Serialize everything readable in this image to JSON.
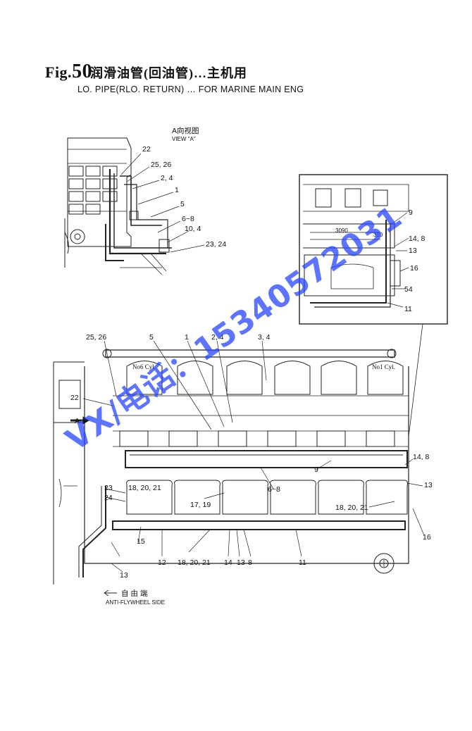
{
  "header": {
    "fig_prefix": "Fig.",
    "fig_number": "50",
    "title_cn": "润滑油管(回油管)…主机用",
    "title_en": "LO. PIPE(RLO. RETURN) … FOR MARINE MAIN ENG"
  },
  "view_a": {
    "title_cn": "A向视图",
    "title_en": "VIEW \"A\"",
    "callouts": [
      "22",
      "25, 26",
      "2, 4",
      "1",
      "5",
      "6~8",
      "10, 4",
      "23, 24"
    ]
  },
  "detail": {
    "dims": [
      "3090",
      "310"
    ],
    "callouts": [
      "9",
      "14, 8",
      "13",
      "16",
      "54",
      "11"
    ]
  },
  "main": {
    "arrow_label": "A",
    "cylinders": [
      "No6 Cyl.",
      "No1 Cyl."
    ],
    "callouts_top": [
      "25, 26",
      "5",
      "1",
      "2, 4",
      "3, 4"
    ],
    "callouts_left": [
      "22",
      "23",
      "24",
      "15",
      "13"
    ],
    "callouts_inner": [
      "18, 20, 21",
      "17, 19",
      "6~8",
      "9",
      "18, 20, 21"
    ],
    "callouts_bottom": [
      "12",
      "18, 20, 21",
      "14",
      "13",
      "8",
      "11"
    ],
    "callouts_right": [
      "14, 8",
      "13",
      "16"
    ]
  },
  "footer": {
    "side_cn": "自 由 端",
    "side_en": "ANTI-FLYWHEEL SIDE"
  },
  "watermark": {
    "text": "VX/电话：15340572031",
    "color": "#2846ff"
  }
}
